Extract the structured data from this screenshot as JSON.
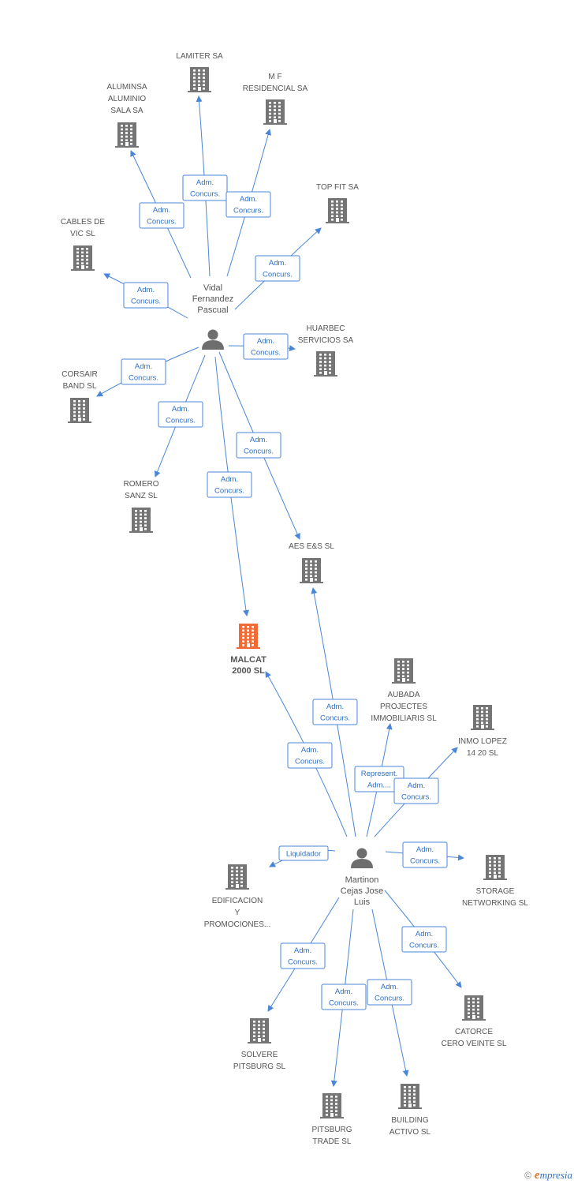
{
  "colors": {
    "building": "#757575",
    "main_building": "#f26a35",
    "person": "#6e6e6e",
    "edge": "#4a86d8",
    "edge_text": "#2d6fc7"
  },
  "persons": [
    {
      "id": "vidal",
      "lines": [
        "Vidal",
        "Fernandez",
        "Pascual"
      ]
    },
    {
      "id": "martinon",
      "lines": [
        "Martinon",
        "Cejas Jose",
        "Luis"
      ]
    }
  ],
  "companies": [
    {
      "id": "lamiter",
      "lines": [
        "LAMITER SA"
      ]
    },
    {
      "id": "mf",
      "lines": [
        "M F",
        "RESIDENCIAL SA"
      ]
    },
    {
      "id": "aluminsa",
      "lines": [
        "ALUMINSA",
        "ALUMINIO",
        "SALA SA"
      ]
    },
    {
      "id": "topfit",
      "lines": [
        "TOP FIT SA"
      ]
    },
    {
      "id": "cables",
      "lines": [
        "CABLES DE",
        "VIC SL"
      ]
    },
    {
      "id": "huarbec",
      "lines": [
        "HUARBEC",
        "SERVICIOS SA"
      ]
    },
    {
      "id": "corsair",
      "lines": [
        "CORSAIR",
        "BAND  SL"
      ]
    },
    {
      "id": "romero",
      "lines": [
        "ROMERO",
        "SANZ SL"
      ]
    },
    {
      "id": "aes",
      "lines": [
        "AES E&S SL"
      ]
    },
    {
      "id": "malcat",
      "lines": [
        "MALCAT",
        "2000 SL"
      ],
      "main": true
    },
    {
      "id": "aubada",
      "lines": [
        "AUBADA",
        "PROJECTES",
        "IMMOBILIARIS SL"
      ]
    },
    {
      "id": "inmo",
      "lines": [
        "INMO LOPEZ",
        "14 20 SL"
      ]
    },
    {
      "id": "edificacion",
      "lines": [
        "EDIFICACION",
        "Y",
        "PROMOCIONES..."
      ]
    },
    {
      "id": "storage",
      "lines": [
        "STORAGE",
        "NETWORKING SL"
      ]
    },
    {
      "id": "solvere",
      "lines": [
        "SOLVERE",
        "PITSBURG SL"
      ]
    },
    {
      "id": "catorce",
      "lines": [
        "CATORCE",
        "CERO VEINTE SL"
      ]
    },
    {
      "id": "pitsburg",
      "lines": [
        "PITSBURG",
        "TRADE SL"
      ]
    },
    {
      "id": "building",
      "lines": [
        "BUILDING",
        "ACTIVO SL"
      ]
    }
  ],
  "edges": [
    {
      "id": "e-lamiter",
      "from": "vidal",
      "to": "lamiter",
      "label": [
        "Adm.",
        "Concurs."
      ]
    },
    {
      "id": "e-mf",
      "from": "vidal",
      "to": "mf",
      "label": [
        "Adm.",
        "Concurs."
      ]
    },
    {
      "id": "e-aluminsa",
      "from": "vidal",
      "to": "aluminsa",
      "label": [
        "Adm.",
        "Concurs."
      ]
    },
    {
      "id": "e-topfit",
      "from": "vidal",
      "to": "topfit",
      "label": [
        "Adm.",
        "Concurs."
      ]
    },
    {
      "id": "e-cables",
      "from": "vidal",
      "to": "cables",
      "label": [
        "Adm.",
        "Concurs."
      ]
    },
    {
      "id": "e-huarbec",
      "from": "vidal",
      "to": "huarbec",
      "label": [
        "Adm.",
        "Concurs."
      ]
    },
    {
      "id": "e-corsair",
      "from": "vidal",
      "to": "corsair",
      "label": [
        "Adm.",
        "Concurs."
      ]
    },
    {
      "id": "e-romero",
      "from": "vidal",
      "to": "romero",
      "label": [
        "Adm.",
        "Concurs."
      ]
    },
    {
      "id": "e-aes-v",
      "from": "vidal",
      "to": "aes",
      "label": [
        "Adm.",
        "Concurs."
      ]
    },
    {
      "id": "e-malcat-v",
      "from": "vidal",
      "to": "malcat",
      "label": [
        "Adm.",
        "Concurs."
      ]
    },
    {
      "id": "e-aes-m",
      "from": "martinon",
      "to": "aes",
      "label": [
        "Adm.",
        "Concurs."
      ]
    },
    {
      "id": "e-malcat-m",
      "from": "martinon",
      "to": "malcat",
      "label": [
        "Adm.",
        "Concurs."
      ]
    },
    {
      "id": "e-aubada",
      "from": "martinon",
      "to": "aubada",
      "label": [
        "Represent.",
        "Adm...."
      ]
    },
    {
      "id": "e-inmo",
      "from": "martinon",
      "to": "inmo",
      "label": [
        "Adm.",
        "Concurs."
      ]
    },
    {
      "id": "e-edificacion",
      "from": "martinon",
      "to": "edificacion",
      "label": [
        "Liquidador"
      ]
    },
    {
      "id": "e-storage",
      "from": "martinon",
      "to": "storage",
      "label": [
        "Adm.",
        "Concurs."
      ]
    },
    {
      "id": "e-solvere",
      "from": "martinon",
      "to": "solvere",
      "label": [
        "Adm.",
        "Concurs."
      ]
    },
    {
      "id": "e-catorce",
      "from": "martinon",
      "to": "catorce",
      "label": [
        "Adm.",
        "Concurs."
      ]
    },
    {
      "id": "e-pitsburg",
      "from": "martinon",
      "to": "pitsburg",
      "label": [
        "Adm.",
        "Concurs."
      ]
    },
    {
      "id": "e-building",
      "from": "martinon",
      "to": "building",
      "label": [
        "Adm.",
        "Concurs."
      ]
    }
  ],
  "footer": {
    "copyright": "©",
    "brand_initial": "e",
    "brand_rest": "mpresia"
  }
}
